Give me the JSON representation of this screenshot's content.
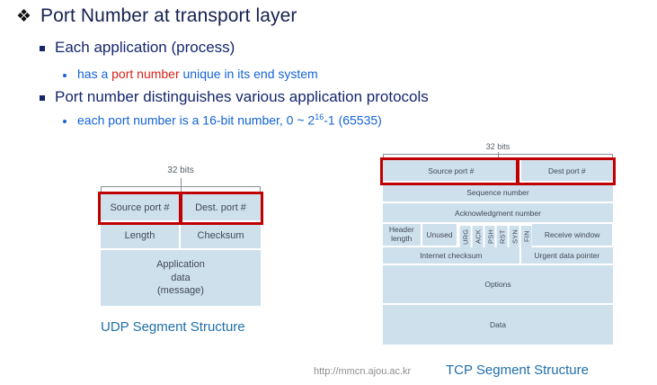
{
  "slide": {
    "title": "Port Number at transport layer",
    "title_glyph": "diamond-cluster-bullet",
    "bullets": {
      "each_application": "Each application (process)",
      "has_a": "has a ",
      "port_number_highlight": "port number",
      "unique_rest": " unique in its end system",
      "distinguishes": "Port number distinguishes various application protocols",
      "each_port_pre": "each port number is a 16-bit number, 0 ~ 2",
      "each_port_sup": "16",
      "each_port_post": "-1 (65535)"
    }
  },
  "udp": {
    "bits_label": "32 bits",
    "caption": "UDP Segment Structure",
    "rows": [
      {
        "cells": [
          "Source port #",
          "Dest. port #"
        ]
      },
      {
        "cells": [
          "Length",
          "Checksum"
        ]
      },
      {
        "cells": [
          "Application\ndata\n(message)"
        ]
      }
    ],
    "cells": {
      "source_port": "Source port #",
      "dest_port": "Dest. port #",
      "length": "Length",
      "checksum": "Checksum",
      "app_data_l1": "Application",
      "app_data_l2": "data",
      "app_data_l3": "(message)"
    }
  },
  "tcp": {
    "bits_label": "32 bits",
    "caption": "TCP Segment Structure",
    "url": "http://mmcn.ajou.ac.kr",
    "cells": {
      "source_port": "Source port #",
      "dest_port": "Dest port #",
      "sequence_number": "Sequence number",
      "acknowledgment_number": "Acknowledgment number",
      "header_length_l1": "Header",
      "header_length_l2": "length",
      "unused": "Unused",
      "flag_urg": "URG",
      "flag_ack": "ACK",
      "flag_psh": "PSH",
      "flag_rst": "RST",
      "flag_syn": "SYN",
      "flag_fin": "FIN",
      "receive_window": "Receive window",
      "internet_checksum": "Internet checksum",
      "urgent_data_pointer": "Urgent data pointer",
      "options": "Options",
      "data": "Data"
    }
  },
  "colors": {
    "cell_fill": "#cfe0ed",
    "highlight_border": "#c00000",
    "title_text": "#16214f",
    "level2_text": "#16276e",
    "level3_text": "#1464d6",
    "hot_text": "#d8231b",
    "caption_text": "#1f6ea8",
    "url_text": "#8d8d8d"
  }
}
